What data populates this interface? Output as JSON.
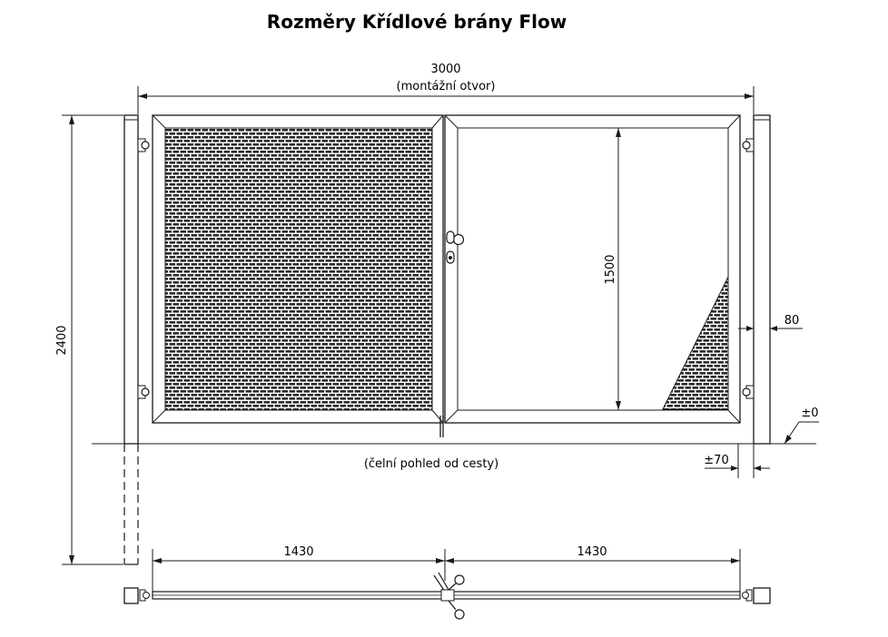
{
  "title": "Rozměry Křídlové brány Flow",
  "dimensions": {
    "total_width": "3000",
    "total_width_note": "(montážní otvor)",
    "height": "2400",
    "panel_height": "1500",
    "post_width": "80",
    "level": "±0",
    "foundation_depth": "±70",
    "left_wing": "1430",
    "right_wing": "1430"
  },
  "view_note": "(čelní pohled od cesty)"
}
